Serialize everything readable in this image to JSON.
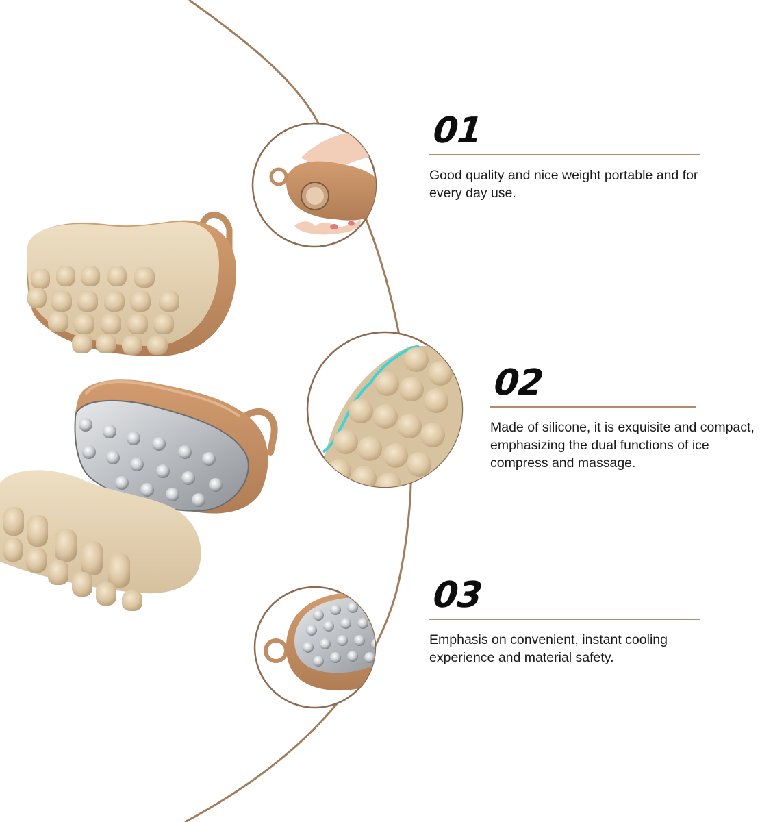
{
  "features": [
    {
      "number": "01",
      "description": "Good quality and nice weight portable and for every day use."
    },
    {
      "number": "02",
      "description": "Made of silicone, it is exquisite and compact, emphasizing the dual functions of ice compress and massage."
    },
    {
      "number": "03",
      "description": "Emphasis on convenient, instant cooling experience and material safety."
    }
  ],
  "colors": {
    "arc": "#a17b5a",
    "rule": "#b68a68",
    "silicone_beige": "#e2cfae",
    "silicone_brown": "#c18d62",
    "ice_clear": "#c9ccd0",
    "ice_accent": "#3ed3d6"
  },
  "illustrations": {
    "left_stack": [
      "beige-massage-head-top",
      "clear-ice-core-in-brown-shell",
      "beige-massage-head-bottom"
    ],
    "circle_1": "hand-holding-brown-massager",
    "circle_2": "close-up-silicone-nubs",
    "circle_3": "clear-ice-nubs-in-brown-shell"
  }
}
